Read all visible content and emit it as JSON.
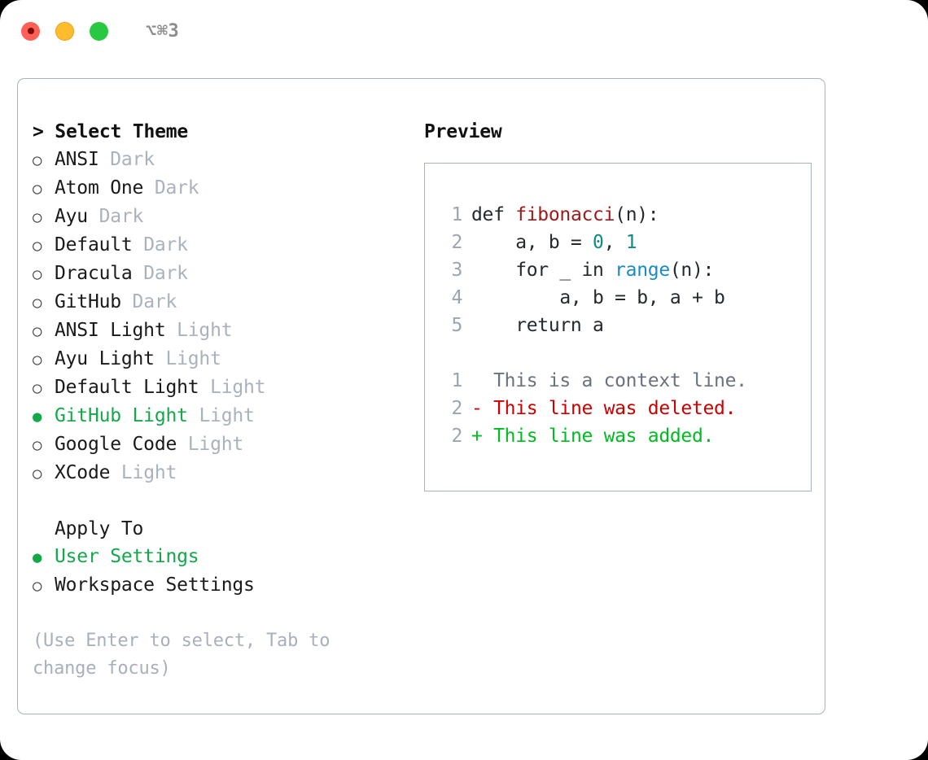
{
  "titlebar": {
    "shortcut": "⌥⌘3",
    "lights": [
      {
        "name": "close",
        "color": "#ff5f57"
      },
      {
        "name": "minimize",
        "color": "#ffbd2e"
      },
      {
        "name": "maximize",
        "color": "#28c840"
      }
    ]
  },
  "colors": {
    "accent_green": "#13a84a",
    "muted_gray": "#aab2bd",
    "border": "#a8b2c0",
    "hint_gray": "#a8b0bc",
    "token_function": "#9e1a1a",
    "token_number": "#0d8b86",
    "token_call": "#1a8bc4",
    "diff_context": "#6a737d",
    "diff_deleted": "#cc0000",
    "diff_added": "#00bb22"
  },
  "theme_picker": {
    "header": "> Select Theme",
    "bullet_selected": "●",
    "bullet_unselected": "○",
    "items": [
      {
        "label": "ANSI",
        "variant": "Dark",
        "selected": false
      },
      {
        "label": "Atom One",
        "variant": "Dark",
        "selected": false
      },
      {
        "label": "Ayu",
        "variant": "Dark",
        "selected": false
      },
      {
        "label": "Default",
        "variant": "Dark",
        "selected": false
      },
      {
        "label": "Dracula",
        "variant": "Dark",
        "selected": false
      },
      {
        "label": "GitHub",
        "variant": "Dark",
        "selected": false
      },
      {
        "label": "ANSI Light",
        "variant": "Light",
        "selected": false
      },
      {
        "label": "Ayu Light",
        "variant": "Light",
        "selected": false
      },
      {
        "label": "Default Light",
        "variant": "Light",
        "selected": false
      },
      {
        "label": "GitHub Light",
        "variant": "Light",
        "selected": true
      },
      {
        "label": "Google Code",
        "variant": "Light",
        "selected": false
      },
      {
        "label": "XCode",
        "variant": "Light",
        "selected": false
      }
    ]
  },
  "apply_to": {
    "header": "Apply To",
    "items": [
      {
        "label": "User Settings",
        "selected": true
      },
      {
        "label": "Workspace Settings",
        "selected": false
      }
    ]
  },
  "hint": "(Use Enter to select, Tab to change focus)",
  "preview": {
    "title": "Preview",
    "code_lines": [
      {
        "lineno": "1",
        "tokens": [
          {
            "text": "def ",
            "type": "plain"
          },
          {
            "text": "fibonacci",
            "type": "function"
          },
          {
            "text": "(n):",
            "type": "plain"
          }
        ]
      },
      {
        "lineno": "2",
        "tokens": [
          {
            "text": "    a, b = ",
            "type": "plain"
          },
          {
            "text": "0",
            "type": "number"
          },
          {
            "text": ", ",
            "type": "plain"
          },
          {
            "text": "1",
            "type": "number"
          }
        ]
      },
      {
        "lineno": "3",
        "tokens": [
          {
            "text": "    for _ in ",
            "type": "plain"
          },
          {
            "text": "range",
            "type": "call"
          },
          {
            "text": "(n):",
            "type": "plain"
          }
        ]
      },
      {
        "lineno": "4",
        "tokens": [
          {
            "text": "        a, b = b, a + b",
            "type": "plain"
          }
        ]
      },
      {
        "lineno": "5",
        "tokens": [
          {
            "text": "    return a",
            "type": "plain"
          }
        ]
      }
    ],
    "diff_lines": [
      {
        "lineno": "1",
        "marker": "  ",
        "text": "This is a context line.",
        "type": "context"
      },
      {
        "lineno": "2",
        "marker": "- ",
        "text": "This line was deleted.",
        "type": "deleted"
      },
      {
        "lineno": "2",
        "marker": "+ ",
        "text": "This line was added.",
        "type": "added"
      }
    ]
  }
}
